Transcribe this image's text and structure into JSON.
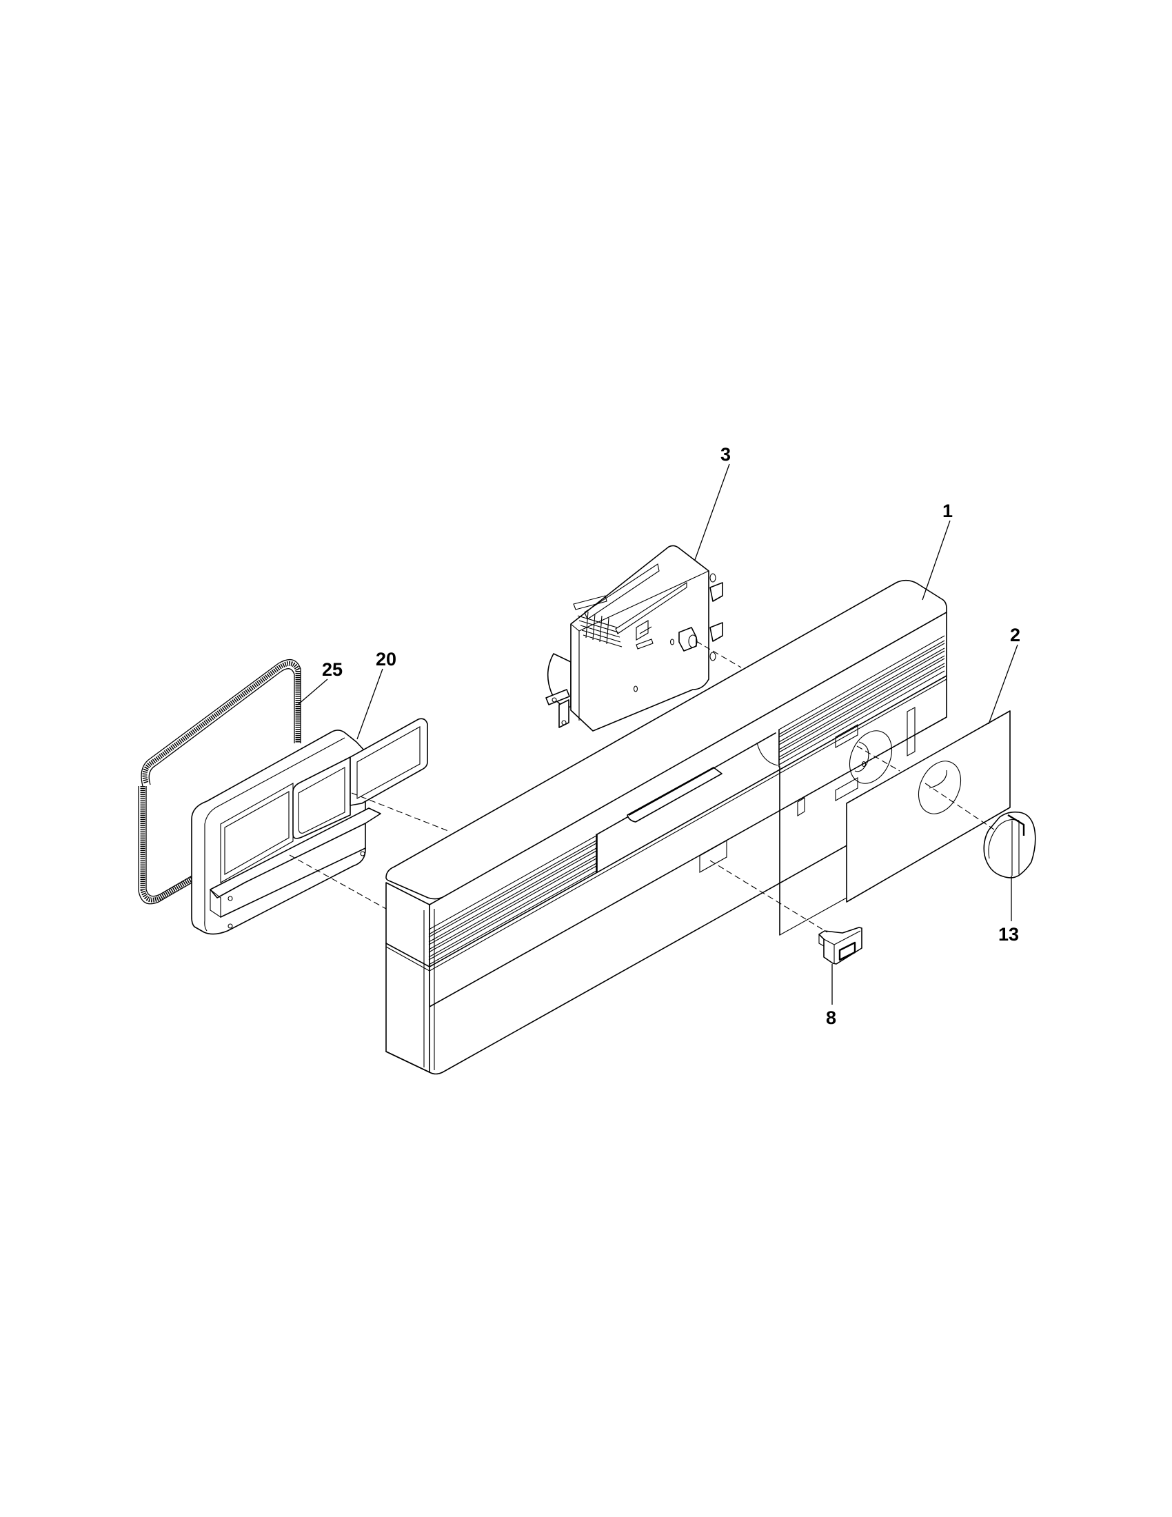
{
  "diagram": {
    "type": "exploded-parts-view",
    "subject": "control panel assembly",
    "line_color": "#000000",
    "background": "#ffffff"
  },
  "callouts": [
    {
      "id": "1",
      "label": "1",
      "part": "console-panel"
    },
    {
      "id": "2",
      "label": "2",
      "part": "control-overlay"
    },
    {
      "id": "3",
      "label": "3",
      "part": "timer"
    },
    {
      "id": "8",
      "label": "8",
      "part": "rocker-switch"
    },
    {
      "id": "13",
      "label": "13",
      "part": "timer-knob"
    },
    {
      "id": "20",
      "label": "20",
      "part": "dispenser-door-assembly"
    },
    {
      "id": "25",
      "label": "25",
      "part": "gasket"
    }
  ],
  "labels": {
    "c1": "1",
    "c2": "2",
    "c3": "3",
    "c8": "8",
    "c13": "13",
    "c20": "20",
    "c25": "25"
  }
}
